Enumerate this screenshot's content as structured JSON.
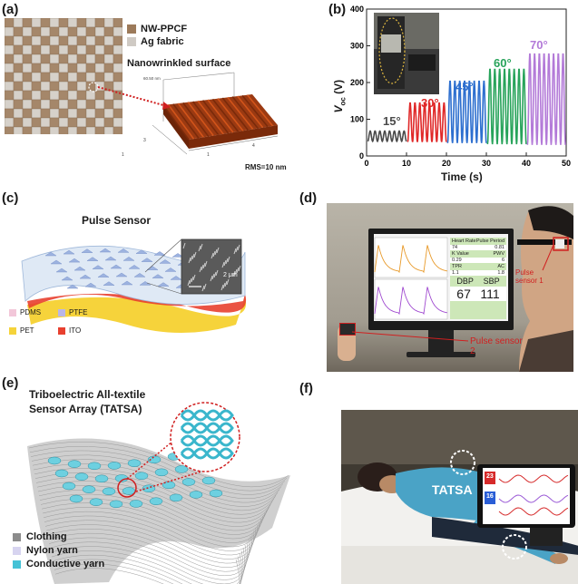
{
  "panels": {
    "a": {
      "label": "(a)",
      "legend": [
        {
          "text": "NW-PPCF",
          "color": "#9c7a5a"
        },
        {
          "text": "Ag fabric",
          "color": "#cfcac4"
        }
      ],
      "surface_title": "Nanowrinkled surface",
      "rms": "RMS=10 nm"
    },
    "b": {
      "label": "(b)",
      "angles": [
        {
          "text": "15°",
          "color": "#4a4a4a"
        },
        {
          "text": "30°",
          "color": "#e02828"
        },
        {
          "text": "45°",
          "color": "#2d6fcf"
        },
        {
          "text": "60°",
          "color": "#27a35a"
        },
        {
          "text": "70°",
          "color": "#b37ad8"
        }
      ]
    },
    "c": {
      "label": "(c)",
      "title": "Pulse Sensor",
      "scale_bar": "2 μm",
      "materials": [
        {
          "text": "PDMS",
          "color": "#f2c7d9"
        },
        {
          "text": "PTFE",
          "color": "#b9b6e8"
        },
        {
          "text": "PET",
          "color": "#f5d33a"
        },
        {
          "text": "ITO",
          "color": "#e8402f"
        }
      ]
    },
    "d": {
      "label": "(d)",
      "sensor1": "Pulse\nsensor 1",
      "sensor2": "Pulse sensor\n2",
      "readouts": {
        "heart_rate_label": "Heart Rate",
        "pulse_period_label": "Pulse Period",
        "heart_rate": "74",
        "pulse_period": "0.81",
        "k_value_label": "K Value",
        "pwv_label": "PWV",
        "k_value": "0.29",
        "pwv": "6",
        "tpr_label": "TPR",
        "ac_label": "AC",
        "tpr": "1.1",
        "ac": "1.8",
        "dbp_label": "DBP",
        "sbp_label": "SBP",
        "dbp": "67",
        "sbp": "111"
      }
    },
    "e": {
      "label": "(e)",
      "title_line1": "Triboelectric All-textile",
      "title_line2": "Sensor Array (TATSA)",
      "legend": [
        {
          "text": "Clothing",
          "color": "#8c8c8c"
        },
        {
          "text": "Nylon yarn",
          "color": "#d7d4f0"
        },
        {
          "text": "Conductive yarn",
          "color": "#45c2d6"
        }
      ]
    },
    "f": {
      "label": "(f)",
      "tatsa": "TATSA",
      "tablet_values": [
        "23",
        "16"
      ]
    }
  },
  "chart_data": {
    "type": "line",
    "xlabel": "Time (s)",
    "ylabel": "V",
    "ylabel_sub": "oc",
    "ylabel_unit": "(V)",
    "xlim": [
      0,
      50
    ],
    "ylim": [
      0,
      400
    ],
    "xticks": [
      0,
      10,
      20,
      30,
      40,
      50
    ],
    "yticks": [
      0,
      100,
      200,
      300,
      400
    ],
    "series": [
      {
        "name": "15°",
        "color": "#4a4a4a",
        "t_start": 0.3,
        "t_end": 10.0,
        "v_min": 40,
        "v_max": 68,
        "cycles": 8
      },
      {
        "name": "30°",
        "color": "#e02828",
        "t_start": 10.3,
        "t_end": 20.0,
        "v_min": 38,
        "v_max": 145,
        "cycles": 8
      },
      {
        "name": "45°",
        "color": "#2d6fcf",
        "t_start": 20.3,
        "t_end": 30.0,
        "v_min": 35,
        "v_max": 205,
        "cycles": 8
      },
      {
        "name": "60°",
        "color": "#27a35a",
        "t_start": 30.3,
        "t_end": 40.0,
        "v_min": 32,
        "v_max": 238,
        "cycles": 8
      },
      {
        "name": "70°",
        "color": "#b37ad8",
        "t_start": 40.3,
        "t_end": 49.8,
        "v_min": 30,
        "v_max": 280,
        "cycles": 8
      }
    ]
  }
}
